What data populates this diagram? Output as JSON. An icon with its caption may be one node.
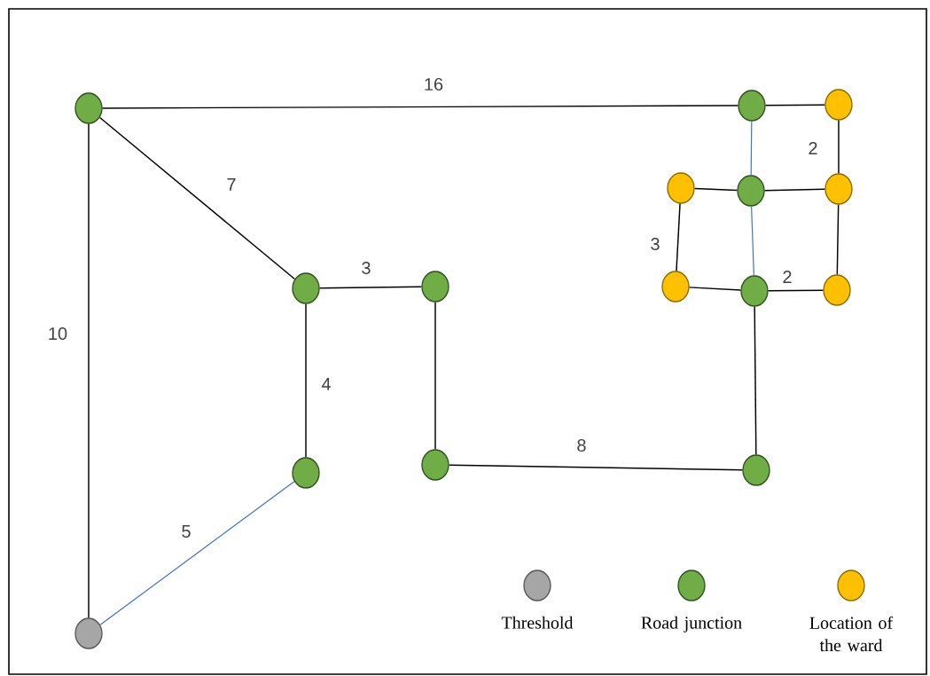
{
  "diagram": {
    "nodes": [
      {
        "text": [],
        "shape": "circle"
      },
      {
        "text": [],
        "shape": "circle"
      },
      {
        "text": [],
        "shape": "circle"
      },
      {
        "text": [],
        "shape": "circle"
      },
      {
        "text": [],
        "shape": "circle"
      },
      {
        "text": [],
        "shape": "circle"
      },
      {
        "text": [],
        "shape": "circle"
      },
      {
        "text": [],
        "shape": "circle"
      },
      {
        "text": [],
        "shape": "circle"
      },
      {
        "text": [],
        "shape": "circle"
      },
      {
        "text": [],
        "shape": "circle"
      },
      {
        "text": [],
        "shape": "circle"
      },
      {
        "text": [],
        "shape": "circle"
      },
      {
        "text": [],
        "shape": "circle"
      },
      {
        "text": [],
        "shape": "circle"
      }
    ],
    "edges": [
      {
        "from": 0,
        "to": 1,
        "arrow": "none",
        "label": "16"
      },
      {
        "from": 0,
        "to": 6,
        "arrow": "none",
        "label": "7"
      },
      {
        "from": 0,
        "to": 14,
        "arrow": "none",
        "label": "10"
      },
      {
        "from": 1,
        "to": 2,
        "arrow": "none"
      },
      {
        "from": 1,
        "to": 4,
        "arrow": "none",
        "color": "#4472c4"
      },
      {
        "from": 2,
        "to": 5,
        "arrow": "none",
        "label": "2"
      },
      {
        "from": 3,
        "to": 4,
        "arrow": "none"
      },
      {
        "from": 4,
        "to": 5,
        "arrow": "none"
      },
      {
        "from": 3,
        "to": 8,
        "arrow": "none",
        "label": "3"
      },
      {
        "from": 4,
        "to": 9,
        "arrow": "none",
        "color": "#4472c4"
      },
      {
        "from": 8,
        "to": 9,
        "arrow": "none"
      },
      {
        "from": 9,
        "to": 10,
        "arrow": "none",
        "label": "2"
      },
      {
        "from": 5,
        "to": 10,
        "arrow": "none"
      },
      {
        "from": 9,
        "to": 13,
        "arrow": "none"
      },
      {
        "from": 6,
        "to": 7,
        "arrow": "none",
        "label": "3"
      },
      {
        "from": 6,
        "to": 11,
        "arrow": "none",
        "label": "4"
      },
      {
        "from": 7,
        "to": 12,
        "arrow": "none"
      },
      {
        "from": 12,
        "to": 13,
        "arrow": "none",
        "label": "8"
      },
      {
        "from": 11,
        "to": 14,
        "arrow": "none",
        "color": "#4472c4",
        "label": "5"
      }
    ],
    "legend": [
      {
        "text": "Threshold",
        "color": "#a6a6a6"
      },
      {
        "text": "Road junction",
        "color": "#70ad47"
      },
      {
        "text": "Location of the ward",
        "color": "#ffc000"
      }
    ]
  }
}
